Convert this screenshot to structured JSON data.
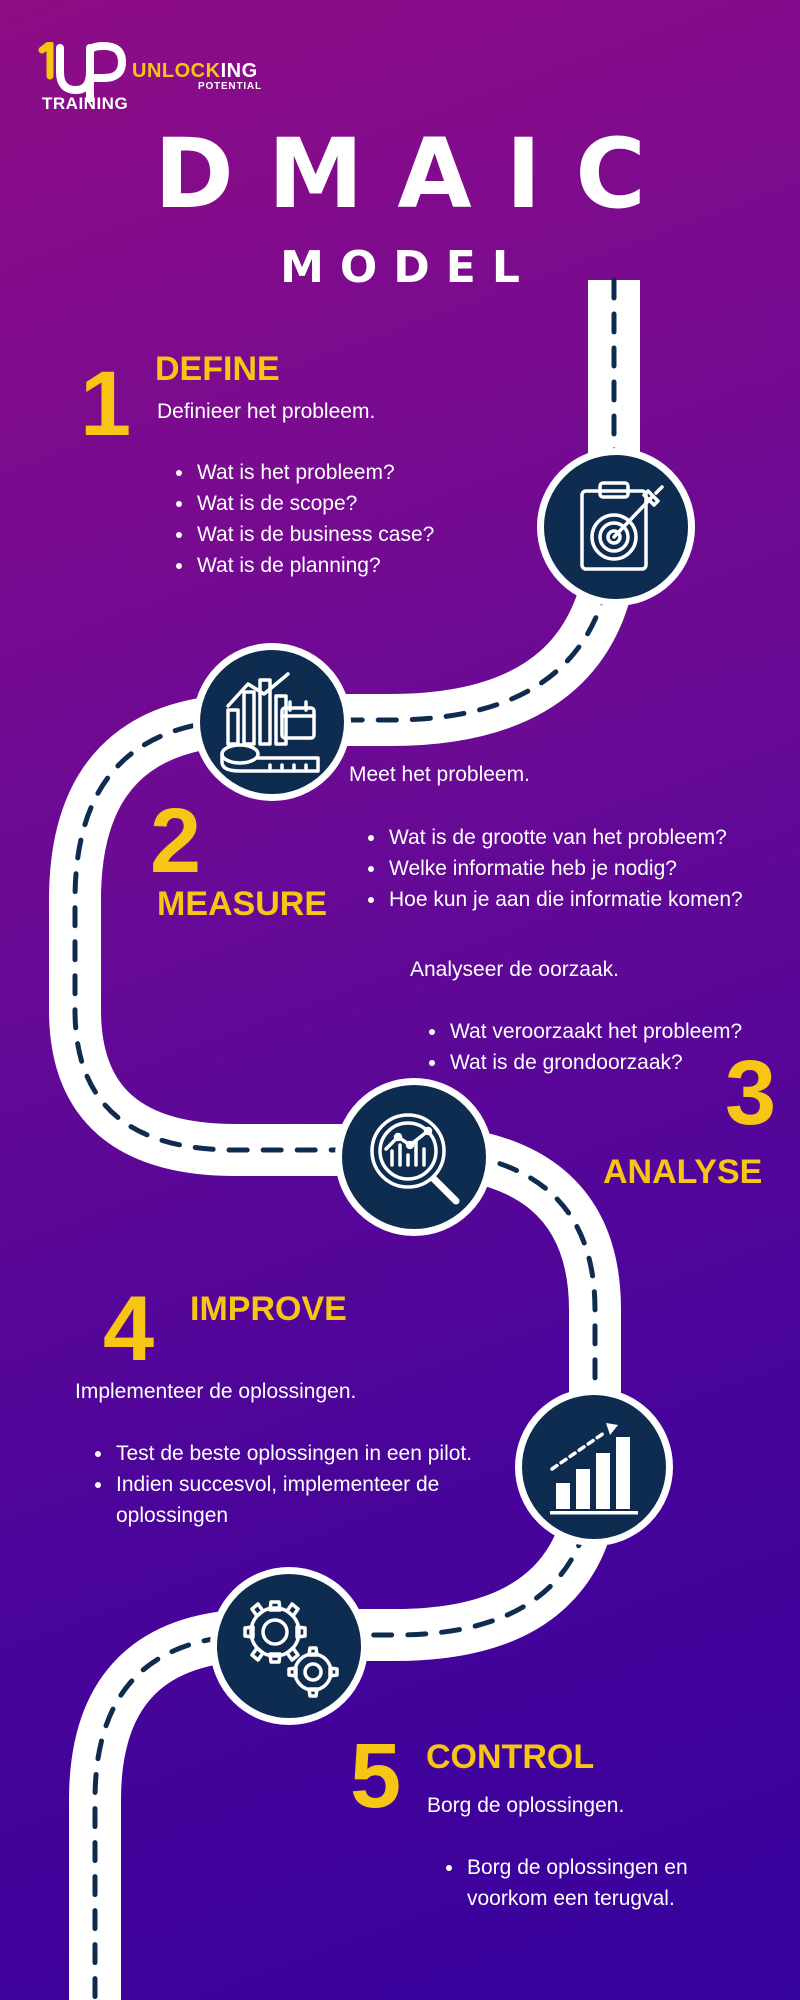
{
  "logo": {
    "brand_part1": "UNLOC",
    "brand_highlight": "K",
    "brand_part2": "ING",
    "tagline": "POTENTIAL",
    "subtitle": "TRAINING"
  },
  "title": {
    "main": "DMAIC",
    "sub": "MODEL"
  },
  "steps": [
    {
      "number": "1",
      "name": "DEFINE",
      "intro": "Definieer het probleem.",
      "bullets": [
        "Wat is het probleem?",
        "Wat is de scope?",
        "Wat is de business case?",
        "Wat is de planning?"
      ],
      "icon": "target-clipboard-icon"
    },
    {
      "number": "2",
      "name": "MEASURE",
      "intro": "Meet het probleem.",
      "bullets": [
        "Wat is de grootte van het probleem?",
        "Welke informatie heb je nodig?",
        "Hoe kun je aan die informatie komen?"
      ],
      "icon": "measure-tape-chart-icon"
    },
    {
      "number": "3",
      "name": "ANALYSE",
      "intro": "Analyseer de oorzaak.",
      "bullets": [
        "Wat veroorzaakt het probleem?",
        "Wat is de grondoorzaak?"
      ],
      "icon": "magnifier-chart-icon"
    },
    {
      "number": "4",
      "name": "IMPROVE",
      "intro": "Implementeer de oplossingen.",
      "bullets": [
        "Test de beste oplossingen in een pilot.",
        "Indien succesvol, implementeer de oplossingen"
      ],
      "icon": "growth-bar-chart-icon"
    },
    {
      "number": "5",
      "name": "CONTROL",
      "intro": "Borg de oplossingen.",
      "bullets": [
        "Borg de oplossingen en voorkom een terugval."
      ],
      "icon": "gears-icon"
    }
  ],
  "colors": {
    "accent": "#f7c513",
    "icon_bg": "#0e2c4f",
    "road": "#ffffff",
    "bg_top": "#8e0c86",
    "bg_bottom": "#36029c"
  }
}
